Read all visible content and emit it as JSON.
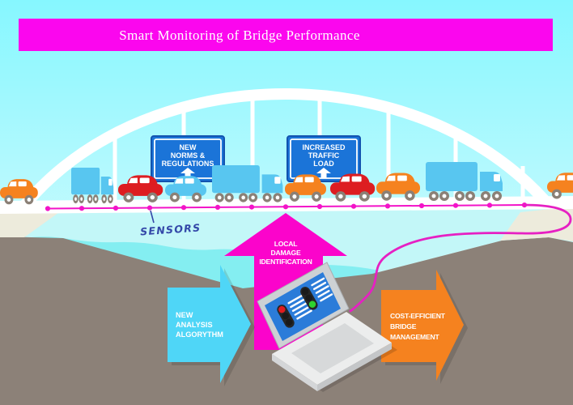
{
  "title": {
    "text": "Smart Monitoring of Bridge Performance"
  },
  "colors": {
    "banner": "#fb06ee",
    "sky_top": "#86f7ff",
    "sky_bottom": "#c6fafd",
    "bridge_white": "#ffffff",
    "water_light": "#c3f7f8",
    "water_dark": "#84eef1",
    "ground": "#8c8178",
    "embankment": "#edebdc",
    "sign_blue": "#1b74d8",
    "sign_border": "#1253af",
    "sensor_magenta": "#f313c8",
    "cable_magenta": "#e620c3",
    "arrow_damage": "#fb04cb",
    "arrow_analysis": "#4fd6f7",
    "arrow_management": "#f5821f",
    "car_orange": "#f5821f",
    "car_red": "#dd1d21",
    "vehicle_blue": "#58c6f0",
    "wheel": "#8b8076",
    "laptop_screen": "#2b7cd9",
    "laptop_body": "#eceded",
    "light_red": "#e01b1f",
    "light_green": "#2ed32e",
    "light_off": "#1a1a1a",
    "sensors_label_color": "#3347a8"
  },
  "signs": {
    "norms": {
      "lines": [
        "NEW",
        "NORMS &",
        "REGULATIONS"
      ]
    },
    "traffic": {
      "lines": [
        "INCREASED",
        "TRAFFIC",
        "LOAD"
      ]
    }
  },
  "sensors": {
    "label": "SENSORS",
    "count": 15
  },
  "arrows": {
    "damage": {
      "lines": [
        "LOCAL",
        "DAMAGE",
        "IDENTIFICATION"
      ]
    },
    "analysis": {
      "lines": [
        "NEW",
        "ANALYSIS",
        "ALGORYTHM"
      ]
    },
    "management": {
      "lines": [
        "COST-EFFICIENT",
        "BRIDGE",
        "MANAGEMENT"
      ]
    }
  },
  "laptop": {
    "lights": {
      "left": [
        "red",
        "off",
        "off"
      ],
      "right": [
        "off",
        "off",
        "green"
      ]
    }
  }
}
